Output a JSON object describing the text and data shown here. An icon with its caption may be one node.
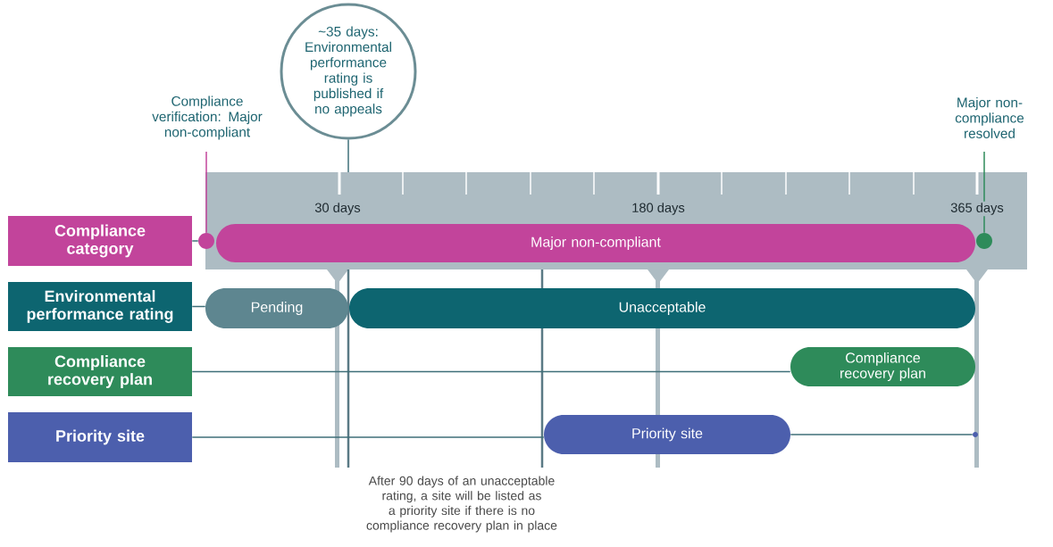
{
  "diagram": {
    "nodes": [
      {
        "text": [
          "Compliance category"
        ]
      },
      {
        "text": [
          "Environmental performance rating"
        ]
      },
      {
        "text": [
          "Compliance recovery plan"
        ]
      },
      {
        "text": [
          "Priority site"
        ]
      },
      {
        "text": [
          "Major non-compliant"
        ]
      },
      {
        "text": [
          "Pending"
        ]
      },
      {
        "text": [
          "Unacceptable"
        ]
      },
      {
        "text": [
          "Compliance recovery plan"
        ]
      },
      {
        "text": [
          "Priority site"
        ]
      },
      {
        "text": [
          "~35 days: Environmental performance rating is published if no appeals"
        ]
      },
      {
        "text": [
          "Compliance verification: Major non-compliant"
        ]
      },
      {
        "text": [
          "Major non-compliance resolved"
        ]
      },
      {
        "text": [],
        "shape": "circle"
      },
      {
        "text": [],
        "shape": "circle"
      },
      {
        "text": [],
        "shape": "circle"
      }
    ],
    "edges": [
      {
        "from": 0,
        "to": 12,
        "arrow": "none"
      },
      {
        "from": 1,
        "to": 5,
        "arrow": "none"
      },
      {
        "from": 2,
        "to": 7,
        "arrow": "none"
      },
      {
        "from": 3,
        "to": 8,
        "arrow": "none"
      },
      {
        "from": 8,
        "to": 14,
        "arrow": "none"
      },
      {
        "from": 10,
        "to": 12,
        "arrow": "none",
        "color": "#c2449b"
      },
      {
        "from": 11,
        "to": 13,
        "arrow": "none",
        "color": "#2e8b5a"
      },
      {
        "from": 9,
        "to": null,
        "arrow": "none"
      }
    ],
    "labels": [
      "30 days",
      "180 days",
      "365 days",
      "After 90 days of an unacceptable rating, a site will be listed as a priority site if there is no compliance recovery plan in place"
    ]
  }
}
